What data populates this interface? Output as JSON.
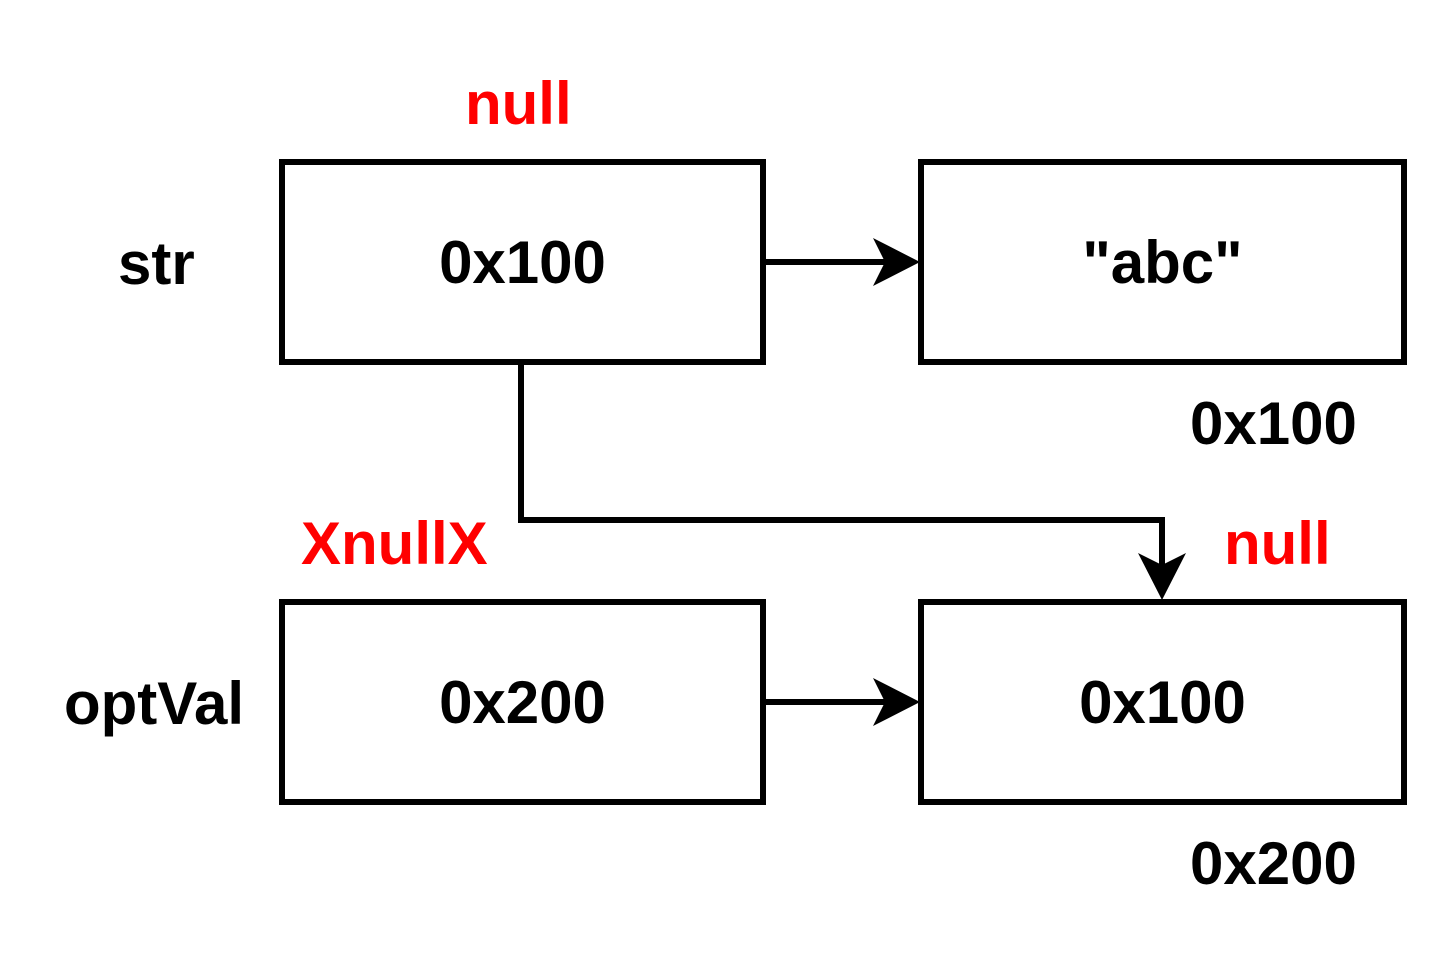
{
  "variables": [
    {
      "name": "str",
      "annotation": "null"
    },
    {
      "name": "optVal",
      "annotation": "XnullX"
    }
  ],
  "cells": {
    "str_cell": {
      "value": "0x100"
    },
    "optval_cell": {
      "value": "0x200"
    },
    "string_object": {
      "value": "\"abc\"",
      "address": "0x100"
    },
    "optional_object": {
      "value": "0x100",
      "address": "0x200",
      "annotation": "null"
    }
  },
  "colors": {
    "annotation": "#ff0000",
    "stroke": "#000000"
  }
}
